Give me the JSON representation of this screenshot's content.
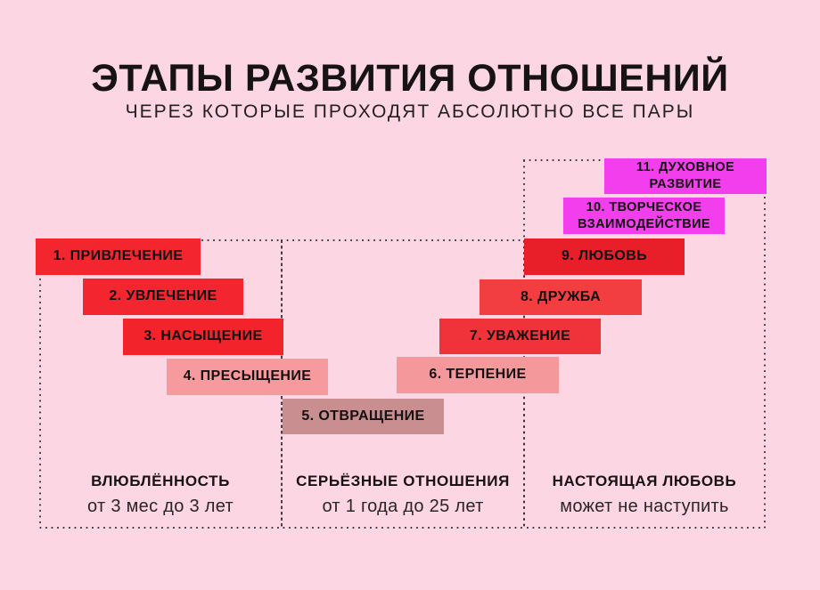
{
  "header": {
    "title": "ЭТАПЫ РАЗВИТИЯ ОТНОШЕНИЙ",
    "subtitle": "ЧЕРЕЗ КОТОРЫЕ ПРОХОДЯТ АБСОЛЮТНО ВСЕ ПАРЫ"
  },
  "stages": [
    {
      "label": "1. ПРИВЛЕЧЕНИЕ",
      "color": "#F3252F"
    },
    {
      "label": "2. УВЛЕЧЕНИЕ",
      "color": "#F3252F"
    },
    {
      "label": "3. НАСЫЩЕНИЕ",
      "color": "#F3232C"
    },
    {
      "label": "4. ПРЕСЫЩЕНИЕ",
      "color": "#F79A9E"
    },
    {
      "label": "5. ОТВРАЩЕНИЕ",
      "color": "#C98F90"
    },
    {
      "label": "6. ТЕРПЕНИЕ",
      "color": "#F5989C"
    },
    {
      "label": "7. УВАЖЕНИЕ",
      "color": "#F0333B"
    },
    {
      "label": "8. ДРУЖБА",
      "color": "#F23E41"
    },
    {
      "label": "9. ЛЮБОВЬ",
      "color": "#E81F28"
    },
    {
      "label": "10. ТВОРЧЕСКОЕ ВЗАИМОДЕЙСТВИЕ",
      "color": "#F23EEC"
    },
    {
      "label": "11. ДУХОВНОЕ РАЗВИТИЕ",
      "color": "#F23EEC"
    }
  ],
  "phases": [
    {
      "name": "ВЛЮБЛЁННОСТЬ",
      "duration": "от 3 мес до 3 лет"
    },
    {
      "name": "СЕРЬЁЗНЫЕ ОТНОШЕНИЯ",
      "duration": "от 1 года до 25 лет"
    },
    {
      "name": "НАСТОЯЩАЯ ЛЮБОВЬ",
      "duration": "может не наступить"
    }
  ],
  "colors": {
    "background": "#FCD6E2",
    "title_text": "#171213",
    "boundary_dots": "#2E2A2B"
  }
}
